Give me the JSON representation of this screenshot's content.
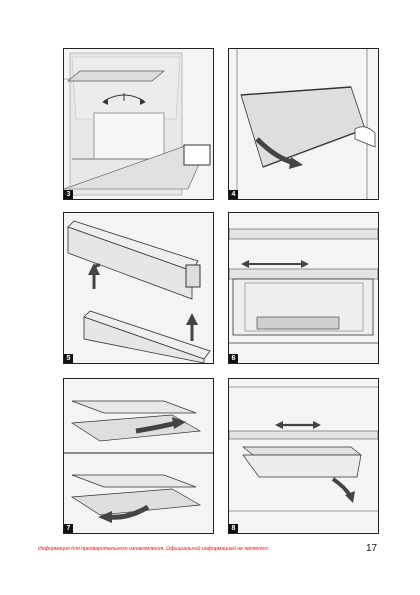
{
  "figures": [
    {
      "label": "3",
      "icon": "shelf-removal-illustration"
    },
    {
      "label": "4",
      "icon": "glass-shelf-tilt-illustration"
    },
    {
      "label": "5",
      "icon": "door-shelf-removal-illustration"
    },
    {
      "label": "6",
      "icon": "vegetable-drawer-illustration"
    },
    {
      "label": "7",
      "icon": "split-shelf-illustration"
    },
    {
      "label": "8",
      "icon": "drawer-slide-illustration"
    }
  ],
  "footer": {
    "disclaimer": "Информация для предварительного ознакомления. Официальной информацией не является.",
    "page_number": "17"
  },
  "colors": {
    "arrow": "#444444",
    "line": "#222222",
    "disclaimer": "#d21a1a"
  }
}
